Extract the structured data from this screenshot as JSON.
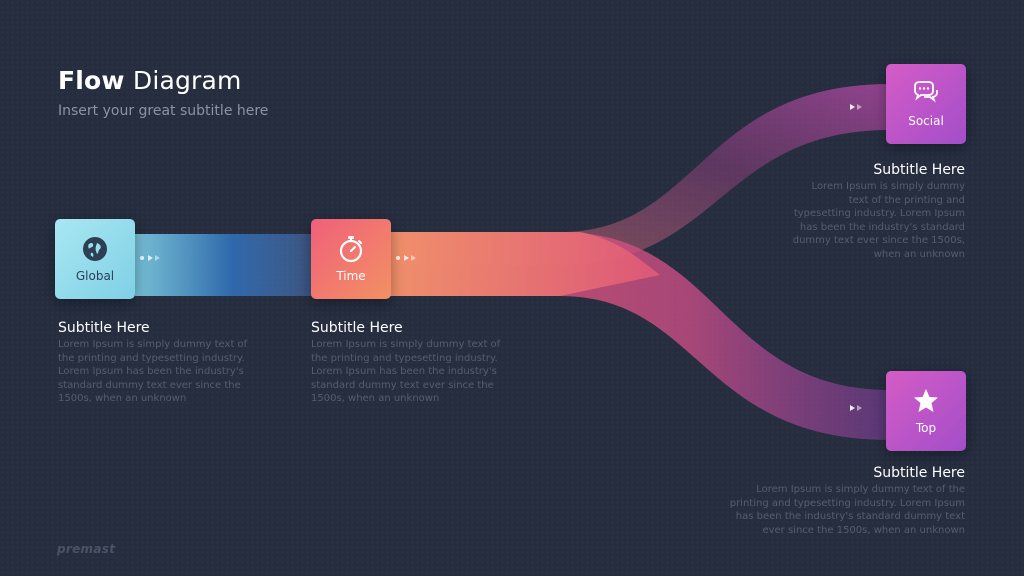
{
  "header": {
    "title_bold": "Flow",
    "title_rest": "Diagram",
    "subtitle": "Insert your great subtitle here"
  },
  "nodes": {
    "global": {
      "label": "Global",
      "icon": "globe-icon"
    },
    "time": {
      "label": "Time",
      "icon": "stopwatch-icon"
    },
    "social": {
      "label": "Social",
      "icon": "chat-bubbles-icon"
    },
    "top": {
      "label": "Top",
      "icon": "star-icon"
    }
  },
  "blocks": {
    "global": {
      "heading": "Subtitle Here",
      "lines": [
        "Lorem Ipsum is simply dummy text of",
        "the printing and typesetting industry.",
        "Lorem Ipsum has been the industry's",
        "standard dummy text ever since the",
        "1500s, when an unknown"
      ]
    },
    "time": {
      "heading": "Subtitle Here",
      "lines": [
        "Lorem Ipsum is simply dummy text of",
        "the printing and typesetting industry.",
        "Lorem Ipsum has been the industry's",
        "standard dummy text ever since the",
        "1500s, when an unknown"
      ]
    },
    "social": {
      "heading": "Subtitle Here",
      "lines": [
        "Lorem Ipsum is simply dummy",
        "text of the printing and",
        "typesetting industry. Lorem Ipsum",
        "has been the industry's standard",
        "dummy text ever since the 1500s,",
        "when an unknown"
      ]
    },
    "top": {
      "heading": "Subtitle Here",
      "lines": [
        "Lorem Ipsum is simply dummy text of the",
        "printing and typesetting industry. Lorem Ipsum",
        "has been the industry's standard dummy text",
        "ever since the 1500s, when an unknown"
      ]
    }
  },
  "brand": "premast",
  "colors": {
    "background": "#252d3f",
    "global": "#9adfef",
    "time": "#f2707a",
    "social": "#c556c8",
    "top": "#c556c8",
    "body_text": "#555d70"
  }
}
